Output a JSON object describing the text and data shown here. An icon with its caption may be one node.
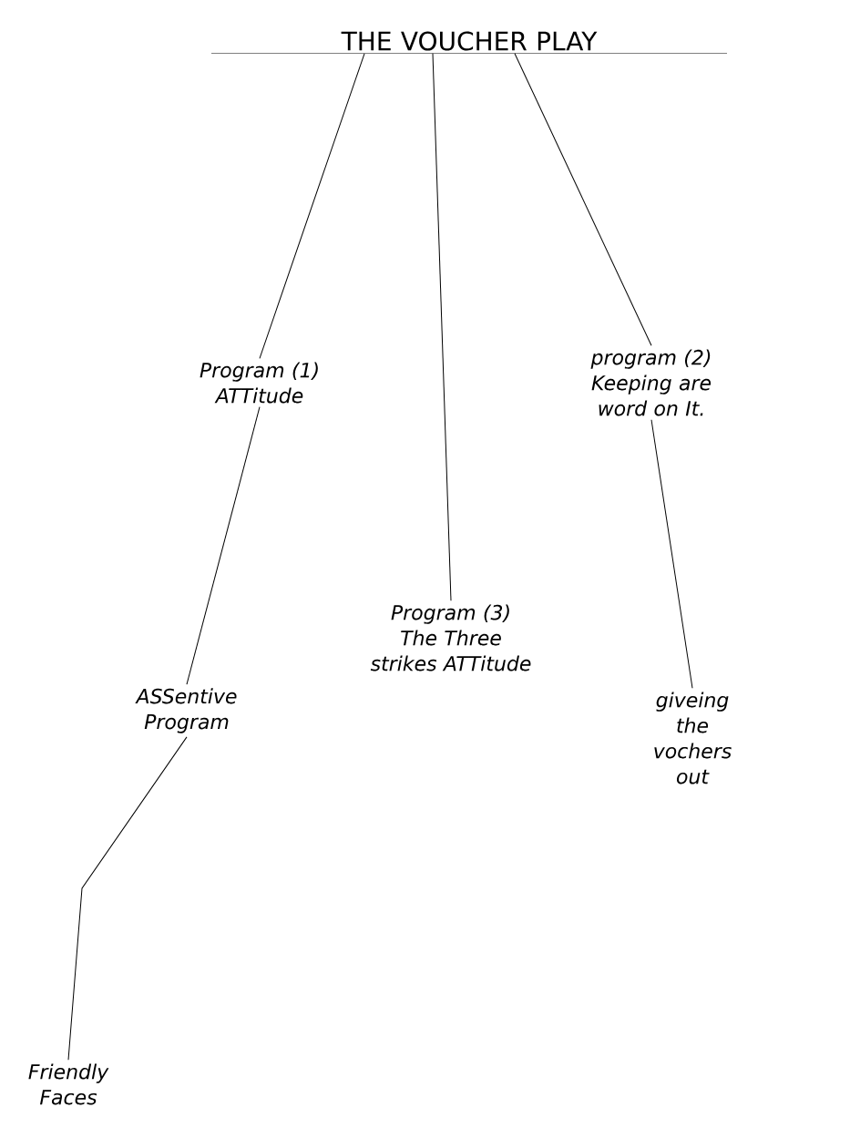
{
  "diagram": {
    "nodes": [
      {
        "text": [
          "THE VOUCHER PLAY"
        ]
      },
      {
        "text": [
          "Program (1) ATTitude"
        ]
      },
      {
        "text": [
          "Program (3) The Three strikes ATTitude"
        ]
      },
      {
        "text": [
          "program (2) Keeping are word on It."
        ]
      },
      {
        "text": [
          "ASSentive Program"
        ]
      },
      {
        "text": [
          "giveing the vochers out"
        ]
      },
      {
        "text": [
          "Friendly Faces"
        ]
      }
    ],
    "edges": [
      {
        "from": 0,
        "to": 1,
        "arrow": "none"
      },
      {
        "from": 0,
        "to": 2,
        "arrow": "none"
      },
      {
        "from": 0,
        "to": 3,
        "arrow": "none"
      },
      {
        "from": 1,
        "to": 4,
        "arrow": "none"
      },
      {
        "from": 3,
        "to": 5,
        "arrow": "none"
      },
      {
        "from": 4,
        "to": 6,
        "arrow": "none"
      }
    ]
  }
}
